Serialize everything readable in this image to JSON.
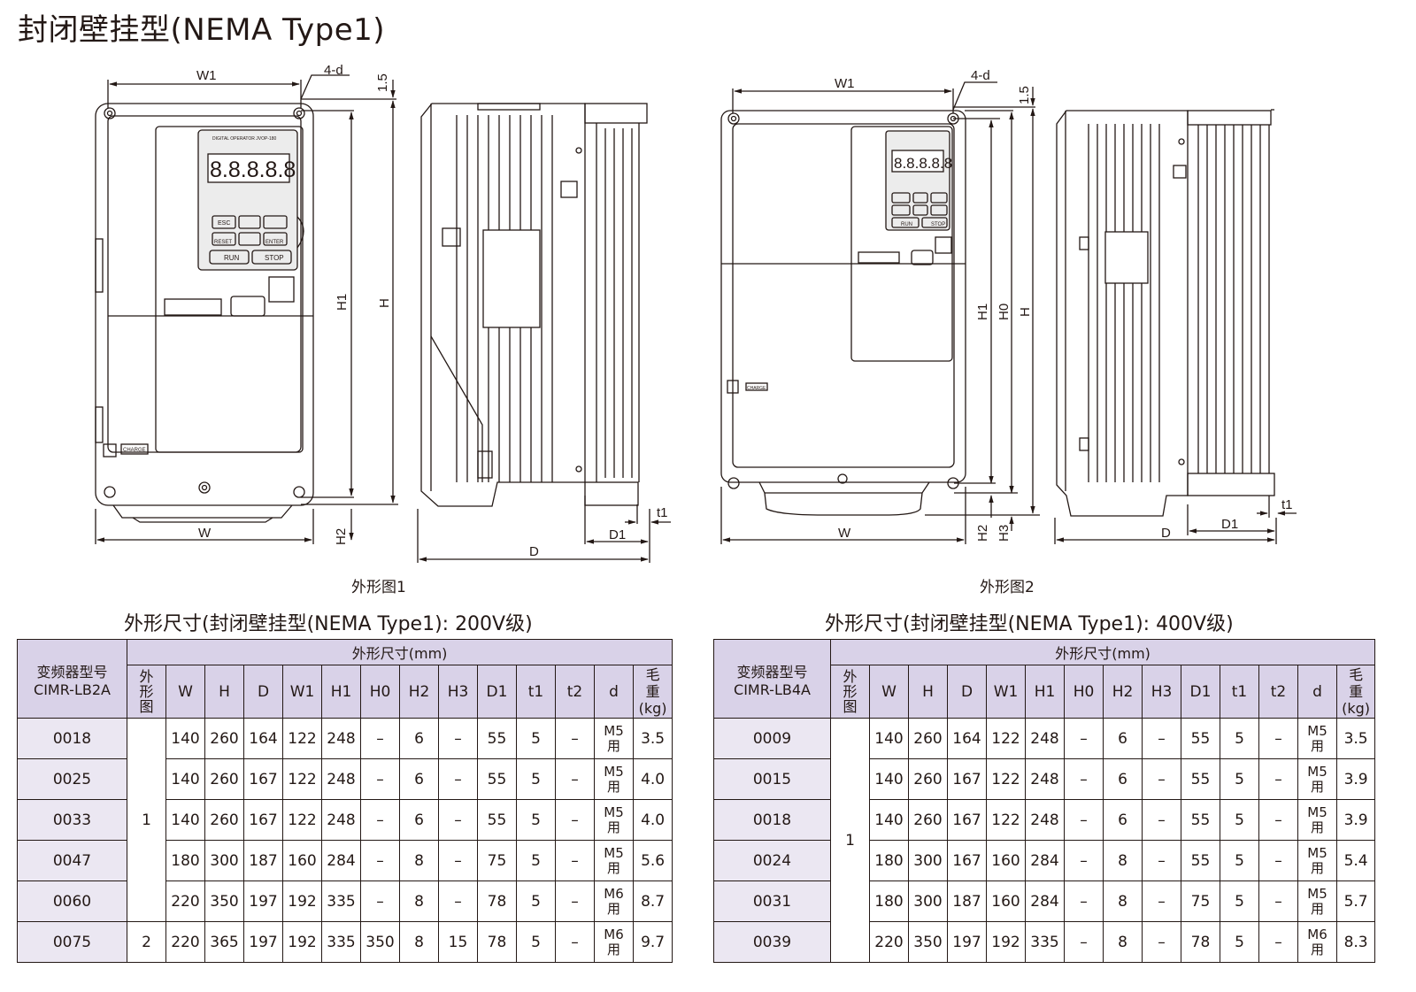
{
  "page_title": "封闭壁挂型(NEMA Type1)",
  "figure1": {
    "caption": "外形图1",
    "dims": {
      "w1": "W1",
      "hole": "4-d",
      "gap": "1.5",
      "h1": "H1",
      "h": "H",
      "w": "W",
      "h2": "H2",
      "d": "D",
      "d1": "D1",
      "t1": "t1"
    },
    "operator": {
      "title": "DIGITAL OPERATOR JVOP-180",
      "display": "8.8.8.8.8",
      "esc": "ESC",
      "reset": "RESET",
      "enter": "ENTER",
      "run": "RUN",
      "stop": "STOP",
      "charge": "CHARGE"
    }
  },
  "figure2": {
    "caption": "外形图2",
    "dims": {
      "w1": "W1",
      "hole": "4-d",
      "gap": "1.5",
      "h1": "H1",
      "h0": "H0",
      "h": "H",
      "w": "W",
      "h2": "H2",
      "h3": "H3",
      "d": "D",
      "d1": "D1",
      "t1": "t1"
    },
    "operator": {
      "display": "8.8.8.8.8",
      "run": "RUN",
      "stop": "STOP",
      "charge": "CHARGE"
    }
  },
  "table200": {
    "title": "外形尺寸(封闭壁挂型(NEMA Type1): 200V级)",
    "group_header": "外形尺寸(mm)",
    "model_header_line1": "变频器型号",
    "model_header_line2": "CIMR-LB2A",
    "fig_header": [
      "外",
      "形",
      "图"
    ],
    "cols": [
      "W",
      "H",
      "D",
      "W1",
      "H1",
      "H0",
      "H2",
      "H3",
      "D1",
      "t1",
      "t2",
      "d"
    ],
    "weight_header": [
      "毛",
      "重",
      "(kg)"
    ],
    "fig_groups": [
      "1",
      "2"
    ],
    "rows": [
      {
        "model": "0018",
        "vals": [
          "140",
          "260",
          "164",
          "122",
          "248",
          "–",
          "6",
          "–",
          "55",
          "5",
          "–"
        ],
        "d": [
          "M5",
          "用"
        ],
        "weight": "3.5"
      },
      {
        "model": "0025",
        "vals": [
          "140",
          "260",
          "167",
          "122",
          "248",
          "–",
          "6",
          "–",
          "55",
          "5",
          "–"
        ],
        "d": [
          "M5",
          "用"
        ],
        "weight": "4.0"
      },
      {
        "model": "0033",
        "vals": [
          "140",
          "260",
          "167",
          "122",
          "248",
          "–",
          "6",
          "–",
          "55",
          "5",
          "–"
        ],
        "d": [
          "M5",
          "用"
        ],
        "weight": "4.0"
      },
      {
        "model": "0047",
        "vals": [
          "180",
          "300",
          "187",
          "160",
          "284",
          "–",
          "8",
          "–",
          "75",
          "5",
          "–"
        ],
        "d": [
          "M5",
          "用"
        ],
        "weight": "5.6"
      },
      {
        "model": "0060",
        "vals": [
          "220",
          "350",
          "197",
          "192",
          "335",
          "–",
          "8",
          "–",
          "78",
          "5",
          "–"
        ],
        "d": [
          "M6",
          "用"
        ],
        "weight": "8.7"
      },
      {
        "model": "0075",
        "vals": [
          "220",
          "365",
          "197",
          "192",
          "335",
          "350",
          "8",
          "15",
          "78",
          "5",
          "–"
        ],
        "d": [
          "M6",
          "用"
        ],
        "weight": "9.7"
      }
    ]
  },
  "table400": {
    "title": "外形尺寸(封闭壁挂型(NEMA Type1): 400V级)",
    "group_header": "外形尺寸(mm)",
    "model_header_line1": "变频器型号",
    "model_header_line2": "CIMR-LB4A",
    "fig_header": [
      "外",
      "形",
      "图"
    ],
    "cols": [
      "W",
      "H",
      "D",
      "W1",
      "H1",
      "H0",
      "H2",
      "H3",
      "D1",
      "t1",
      "t2",
      "d"
    ],
    "weight_header": [
      "毛",
      "重",
      "(kg)"
    ],
    "fig_groups": [
      "1"
    ],
    "rows": [
      {
        "model": "0009",
        "vals": [
          "140",
          "260",
          "164",
          "122",
          "248",
          "–",
          "6",
          "–",
          "55",
          "5",
          "–"
        ],
        "d": [
          "M5",
          "用"
        ],
        "weight": "3.5"
      },
      {
        "model": "0015",
        "vals": [
          "140",
          "260",
          "167",
          "122",
          "248",
          "–",
          "6",
          "–",
          "55",
          "5",
          "–"
        ],
        "d": [
          "M5",
          "用"
        ],
        "weight": "3.9"
      },
      {
        "model": "0018",
        "vals": [
          "140",
          "260",
          "167",
          "122",
          "248",
          "–",
          "6",
          "–",
          "55",
          "5",
          "–"
        ],
        "d": [
          "M5",
          "用"
        ],
        "weight": "3.9"
      },
      {
        "model": "0024",
        "vals": [
          "180",
          "300",
          "167",
          "160",
          "284",
          "–",
          "8",
          "–",
          "55",
          "5",
          "–"
        ],
        "d": [
          "M5",
          "用"
        ],
        "weight": "5.4"
      },
      {
        "model": "0031",
        "vals": [
          "180",
          "300",
          "187",
          "160",
          "284",
          "–",
          "8",
          "–",
          "75",
          "5",
          "–"
        ],
        "d": [
          "M5",
          "用"
        ],
        "weight": "5.7"
      },
      {
        "model": "0039",
        "vals": [
          "220",
          "350",
          "197",
          "192",
          "335",
          "–",
          "8",
          "–",
          "78",
          "5",
          "–"
        ],
        "d": [
          "M6",
          "用"
        ],
        "weight": "8.3"
      }
    ]
  }
}
